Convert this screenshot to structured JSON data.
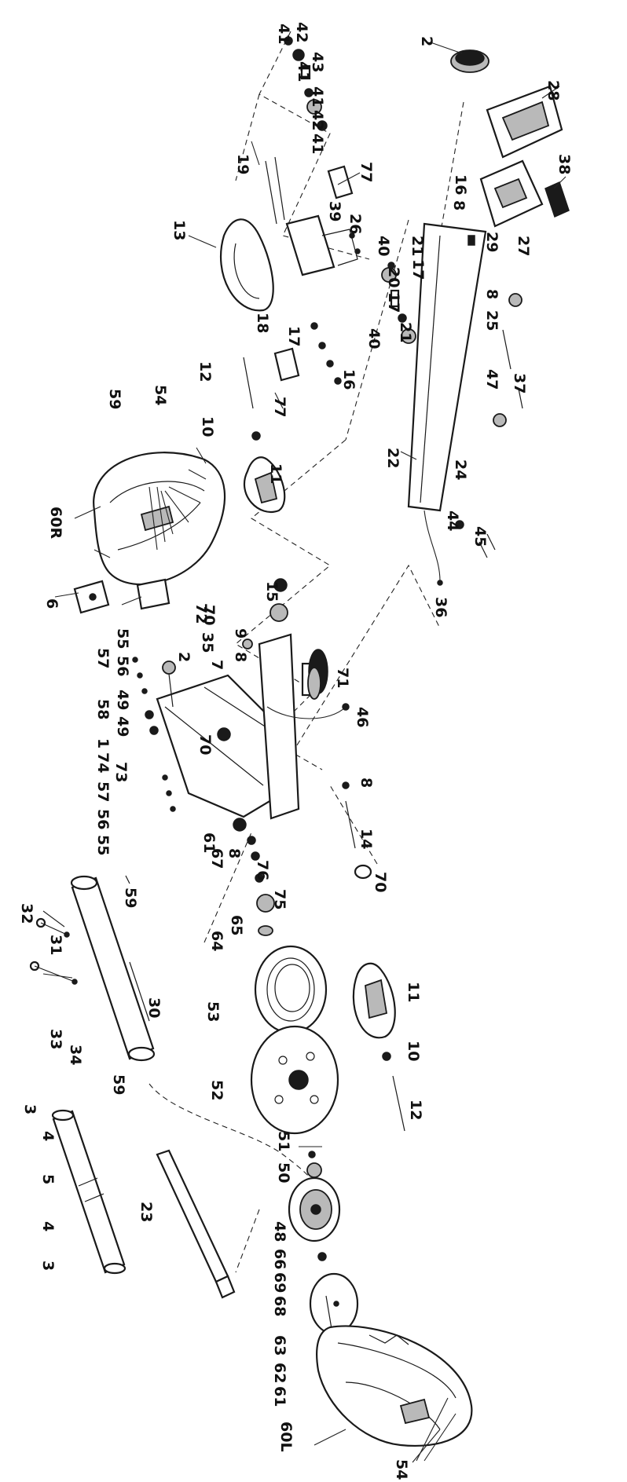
{
  "labels": [
    {
      "id": "l2a",
      "text": "2"
    },
    {
      "id": "l41a",
      "text": "41"
    },
    {
      "id": "l42a",
      "text": "42"
    },
    {
      "id": "l41b",
      "text": "41"
    },
    {
      "id": "l43",
      "text": "43"
    },
    {
      "id": "l41c",
      "text": "41"
    },
    {
      "id": "l42b",
      "text": "42"
    },
    {
      "id": "l41d",
      "text": "41"
    },
    {
      "id": "l28",
      "text": "28"
    },
    {
      "id": "l19",
      "text": "19"
    },
    {
      "id": "l77a",
      "text": "77"
    },
    {
      "id": "l38",
      "text": "38"
    },
    {
      "id": "l16a",
      "text": "16"
    },
    {
      "id": "l8a",
      "text": "8"
    },
    {
      "id": "l13",
      "text": "13"
    },
    {
      "id": "l39",
      "text": "39"
    },
    {
      "id": "l26",
      "text": "26"
    },
    {
      "id": "l40a",
      "text": "40"
    },
    {
      "id": "l21a",
      "text": "21"
    },
    {
      "id": "l17a",
      "text": "17"
    },
    {
      "id": "l20",
      "text": "20"
    },
    {
      "id": "l17b",
      "text": "17"
    },
    {
      "id": "l21b",
      "text": "21"
    },
    {
      "id": "l29",
      "text": "29"
    },
    {
      "id": "l27",
      "text": "27"
    },
    {
      "id": "l18",
      "text": "18"
    },
    {
      "id": "l40b",
      "text": "40"
    },
    {
      "id": "l8b",
      "text": "8"
    },
    {
      "id": "l25",
      "text": "25"
    },
    {
      "id": "l17c",
      "text": "17"
    },
    {
      "id": "l16b",
      "text": "16"
    },
    {
      "id": "l59a",
      "text": "59"
    },
    {
      "id": "l54a",
      "text": "54"
    },
    {
      "id": "l12a",
      "text": "12"
    },
    {
      "id": "l77b",
      "text": "77"
    },
    {
      "id": "l47",
      "text": "47"
    },
    {
      "id": "l37",
      "text": "37"
    },
    {
      "id": "l10a",
      "text": "10"
    },
    {
      "id": "l22",
      "text": "22"
    },
    {
      "id": "l24",
      "text": "24"
    },
    {
      "id": "l11a",
      "text": "11"
    },
    {
      "id": "l60R",
      "text": "60R"
    },
    {
      "id": "l44",
      "text": "44"
    },
    {
      "id": "l45",
      "text": "45"
    },
    {
      "id": "l6",
      "text": "6"
    },
    {
      "id": "l72",
      "text": "72"
    },
    {
      "id": "l70a",
      "text": "70"
    },
    {
      "id": "l36",
      "text": "36"
    },
    {
      "id": "l15",
      "text": "15"
    },
    {
      "id": "l9",
      "text": "9"
    },
    {
      "id": "l8c",
      "text": "8"
    },
    {
      "id": "l7",
      "text": "7"
    },
    {
      "id": "l35",
      "text": "35"
    },
    {
      "id": "l71",
      "text": "71"
    },
    {
      "id": "l2b",
      "text": "2"
    },
    {
      "id": "l55a",
      "text": "55"
    },
    {
      "id": "l56a",
      "text": "56"
    },
    {
      "id": "l57a",
      "text": "57"
    },
    {
      "id": "l46",
      "text": "46"
    },
    {
      "id": "l49a",
      "text": "49"
    },
    {
      "id": "l58",
      "text": "58"
    },
    {
      "id": "l49b",
      "text": "49"
    },
    {
      "id": "l1",
      "text": "1"
    },
    {
      "id": "l70b",
      "text": "70"
    },
    {
      "id": "l74",
      "text": "74"
    },
    {
      "id": "l73",
      "text": "73"
    },
    {
      "id": "l57b",
      "text": "57"
    },
    {
      "id": "l56b",
      "text": "56"
    },
    {
      "id": "l55b",
      "text": "55"
    },
    {
      "id": "l8d",
      "text": "8"
    },
    {
      "id": "l61a",
      "text": "61"
    },
    {
      "id": "l14",
      "text": "14"
    },
    {
      "id": "l67",
      "text": "67"
    },
    {
      "id": "l8e",
      "text": "8"
    },
    {
      "id": "l70c",
      "text": "70"
    },
    {
      "id": "l76",
      "text": "76"
    },
    {
      "id": "l59b",
      "text": "59"
    },
    {
      "id": "l75",
      "text": "75"
    },
    {
      "id": "l32",
      "text": "32"
    },
    {
      "id": "l31",
      "text": "31"
    },
    {
      "id": "l65",
      "text": "65"
    },
    {
      "id": "l64",
      "text": "64"
    },
    {
      "id": "l30",
      "text": "30"
    },
    {
      "id": "l11b",
      "text": "11"
    },
    {
      "id": "l53",
      "text": "53"
    },
    {
      "id": "l33",
      "text": "33"
    },
    {
      "id": "l34",
      "text": "34"
    },
    {
      "id": "l10b",
      "text": "10"
    },
    {
      "id": "l59c",
      "text": "59"
    },
    {
      "id": "l52",
      "text": "52"
    },
    {
      "id": "l12b",
      "text": "12"
    },
    {
      "id": "l51",
      "text": "51"
    },
    {
      "id": "l50",
      "text": "50"
    },
    {
      "id": "l3a",
      "text": "3"
    },
    {
      "id": "l4a",
      "text": "4"
    },
    {
      "id": "l5",
      "text": "5"
    },
    {
      "id": "l48",
      "text": "48"
    },
    {
      "id": "l23",
      "text": "23"
    },
    {
      "id": "l66",
      "text": "66"
    },
    {
      "id": "l69",
      "text": "69"
    },
    {
      "id": "l68",
      "text": "68"
    },
    {
      "id": "l4b",
      "text": "4"
    },
    {
      "id": "l3b",
      "text": "3"
    },
    {
      "id": "l63",
      "text": "63"
    },
    {
      "id": "l62",
      "text": "62"
    },
    {
      "id": "l61b",
      "text": "61"
    },
    {
      "id": "l60L",
      "text": "60L"
    },
    {
      "id": "l54b",
      "text": "54"
    }
  ]
}
